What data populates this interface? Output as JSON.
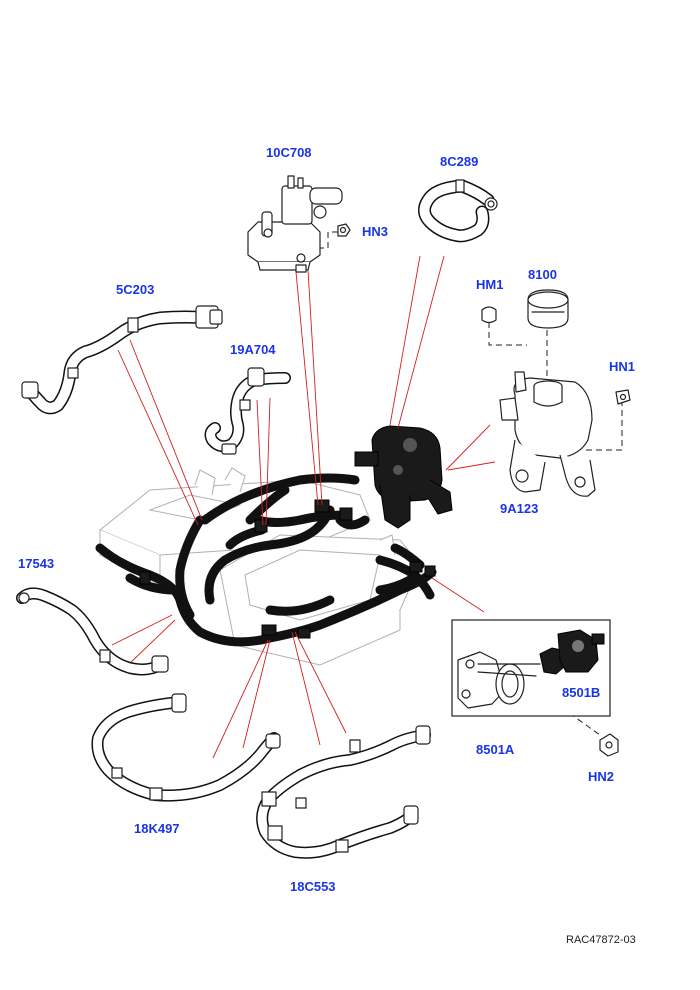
{
  "labels": {
    "10C708": "10C708",
    "8C289": "8C289",
    "HN3": "HN3",
    "5C203": "5C203",
    "8100": "8100",
    "HM1": "HM1",
    "HN1": "HN1",
    "19A704": "19A704",
    "9A123": "9A123",
    "17543": "17543",
    "8501B": "8501B",
    "8501A": "8501A",
    "HN2": "HN2",
    "18K497": "18K497",
    "18C553": "18C553"
  },
  "reference_code": "RAC47872-03",
  "colors": {
    "label": "#1a35e8",
    "leader": "#d42020",
    "hose": "#111111"
  }
}
